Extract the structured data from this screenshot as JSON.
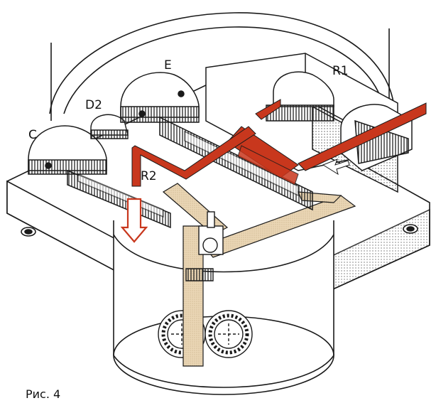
{
  "caption": "Рис. 4",
  "labels": {
    "c": "C",
    "d2": "D2",
    "e": "E",
    "r1": "R1",
    "r2": "R2"
  },
  "colors": {
    "pressure_line": "#c8371d",
    "suction_line": "#e6cfa8",
    "outline": "#1a1a1a",
    "body_fill": "#ffffff",
    "hatch": "#222222"
  }
}
